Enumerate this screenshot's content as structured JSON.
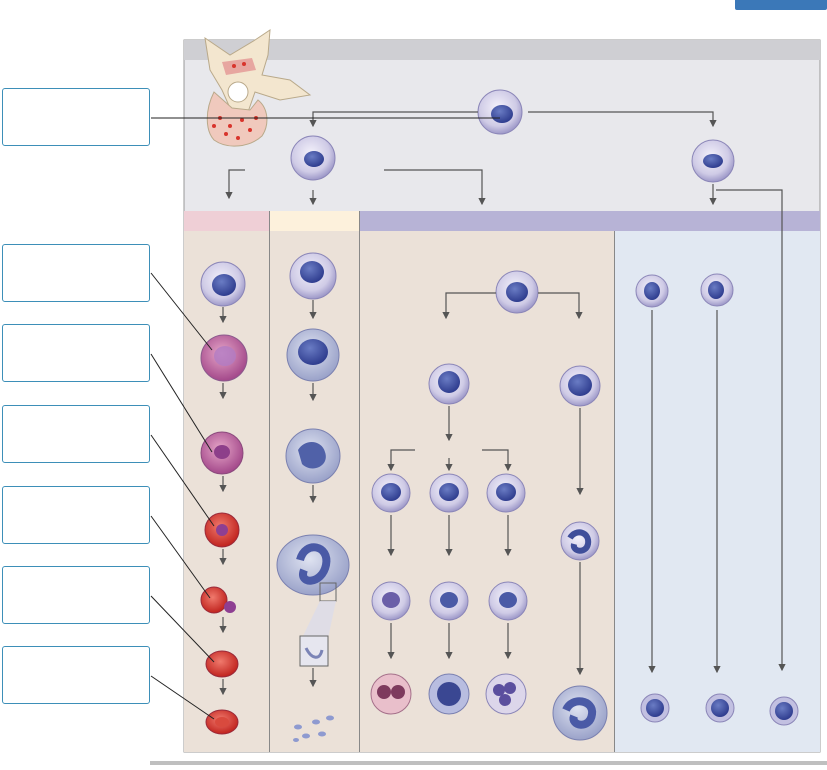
{
  "answer_boxes": [
    {
      "id": "box-1",
      "value": ""
    },
    {
      "id": "box-2",
      "value": ""
    },
    {
      "id": "box-3",
      "value": ""
    },
    {
      "id": "box-4",
      "value": ""
    },
    {
      "id": "box-5",
      "value": ""
    },
    {
      "id": "box-6",
      "value": ""
    },
    {
      "id": "box-7",
      "value": ""
    }
  ],
  "colors": {
    "header_band": "#e8e8ec",
    "erythroid_band": "#efcfd6",
    "megakaryocyte_band": "#fdf1dc",
    "leukocyte_band": "#b7b3d6",
    "myeloid_panel": "#ebe1d8",
    "lymphoid_panel": "#e1e8f2",
    "box_border": "#3d8fb8",
    "arrow": "#555555",
    "button": "#3b78b8"
  }
}
